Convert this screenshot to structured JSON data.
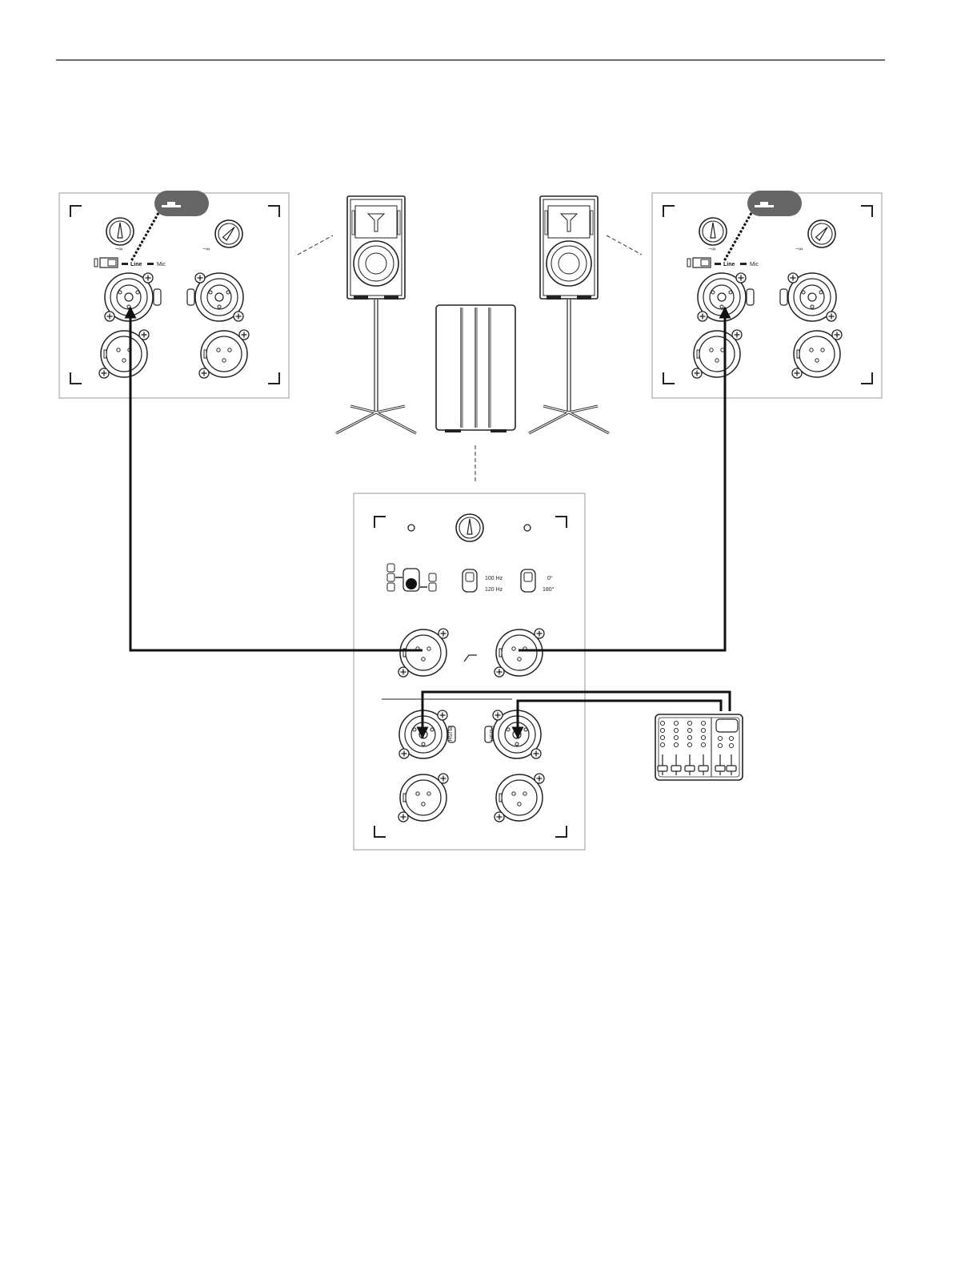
{
  "labels": {
    "inf_symbol": "−∞",
    "line": "Line",
    "mic": "Mic",
    "freq_100": "100 Hz",
    "freq_120": "120 Hz",
    "phase_0": "0°",
    "phase_180": "180°",
    "push": "PUSH"
  },
  "colors": {
    "line": "#111111",
    "panel_border": "#999999",
    "badge": "#666666"
  },
  "icons": {
    "speaker": "loudspeaker-on-stand-icon",
    "sub": "subwoofer-icon",
    "mixer": "mixer-icon",
    "xlr": "xlr-connector-icon",
    "combo": "combo-jack-icon",
    "knob": "volume-knob-icon"
  }
}
